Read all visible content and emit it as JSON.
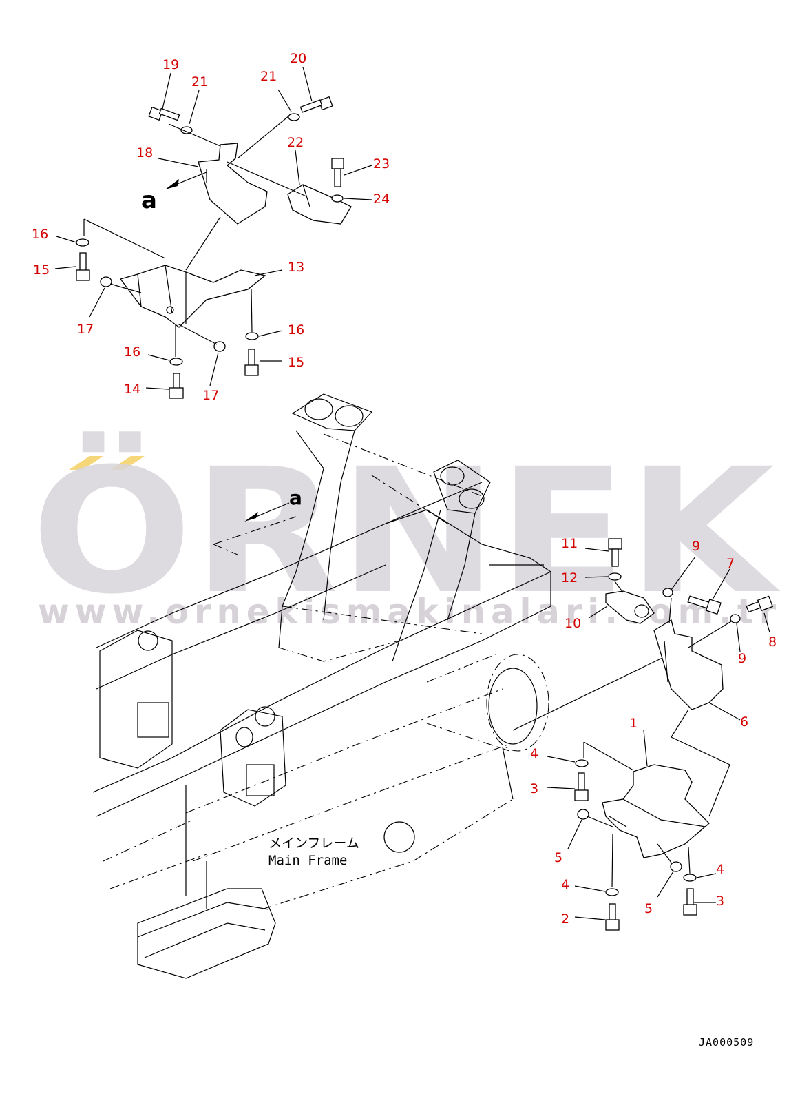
{
  "callouts": [
    {
      "id": "c19",
      "label": "19"
    },
    {
      "id": "c20",
      "label": "20"
    },
    {
      "id": "c21a",
      "label": "21"
    },
    {
      "id": "c21b",
      "label": "21"
    },
    {
      "id": "c18",
      "label": "18"
    },
    {
      "id": "c22",
      "label": "22"
    },
    {
      "id": "c23",
      "label": "23"
    },
    {
      "id": "c24",
      "label": "24"
    },
    {
      "id": "c16a",
      "label": "16"
    },
    {
      "id": "c15a",
      "label": "15"
    },
    {
      "id": "c13",
      "label": "13"
    },
    {
      "id": "c17a",
      "label": "17"
    },
    {
      "id": "c16b",
      "label": "16"
    },
    {
      "id": "c16c",
      "label": "16"
    },
    {
      "id": "c15b",
      "label": "15"
    },
    {
      "id": "c14",
      "label": "14"
    },
    {
      "id": "c17b",
      "label": "17"
    },
    {
      "id": "c11",
      "label": "11"
    },
    {
      "id": "c12",
      "label": "12"
    },
    {
      "id": "c10",
      "label": "10"
    },
    {
      "id": "c9a",
      "label": "9"
    },
    {
      "id": "c7",
      "label": "7"
    },
    {
      "id": "c8",
      "label": "8"
    },
    {
      "id": "c9b",
      "label": "9"
    },
    {
      "id": "c6",
      "label": "6"
    },
    {
      "id": "c1",
      "label": "1"
    },
    {
      "id": "c4a",
      "label": "4"
    },
    {
      "id": "c3a",
      "label": "3"
    },
    {
      "id": "c5a",
      "label": "5"
    },
    {
      "id": "c4b",
      "label": "4"
    },
    {
      "id": "c2",
      "label": "2"
    },
    {
      "id": "c5b",
      "label": "5"
    },
    {
      "id": "c4c",
      "label": "4"
    },
    {
      "id": "c3b",
      "label": "3"
    }
  ],
  "view_marks": {
    "top": "a",
    "frame": "a"
  },
  "frame_label": {
    "jp": "メインフレーム",
    "en": "Main Frame"
  },
  "drawing_code": "JA000509",
  "watermark": {
    "brand": "ÖRNEK",
    "url": "www.ornekismakinalari.com.tr"
  },
  "colors": {
    "callout": "#d40000",
    "watermark": "#d9d5db",
    "watermark_accent": "#f5d679"
  }
}
